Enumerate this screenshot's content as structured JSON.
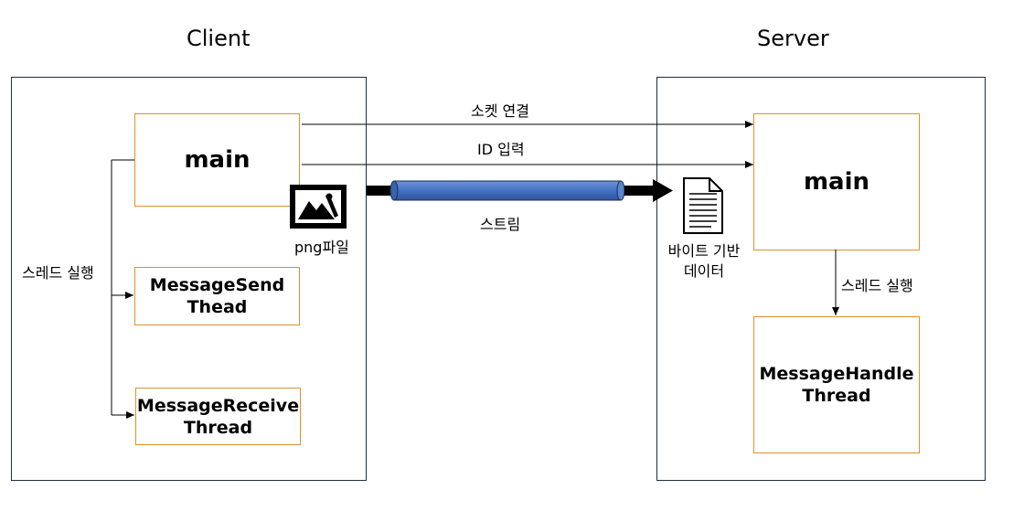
{
  "client": {
    "title": "Client",
    "main_label": "main",
    "send_thread_line1": "MessageSend",
    "send_thread_line2": "Thead",
    "receive_thread_line1": "MessageReceive",
    "receive_thread_line2": "Thread",
    "thread_run_label": "스레드 실행",
    "png_label": "png파일"
  },
  "server": {
    "title": "Server",
    "main_label": "main",
    "handle_thread_line1": "MessageHandle",
    "handle_thread_line2": "Thread",
    "thread_run_label": "스레드 실행",
    "byte_data_line1": "바이트 기반",
    "byte_data_line2": "데이터"
  },
  "connections": {
    "socket_label": "소켓 연결",
    "id_label": "ID 입력",
    "stream_label": "스트림"
  },
  "colors": {
    "box_border": "#e0912a",
    "panel_border": "#1f2d3d",
    "stream_pipe": "#4472c4"
  },
  "icons": {
    "image_file": "image-file-icon",
    "document": "document-icon"
  }
}
